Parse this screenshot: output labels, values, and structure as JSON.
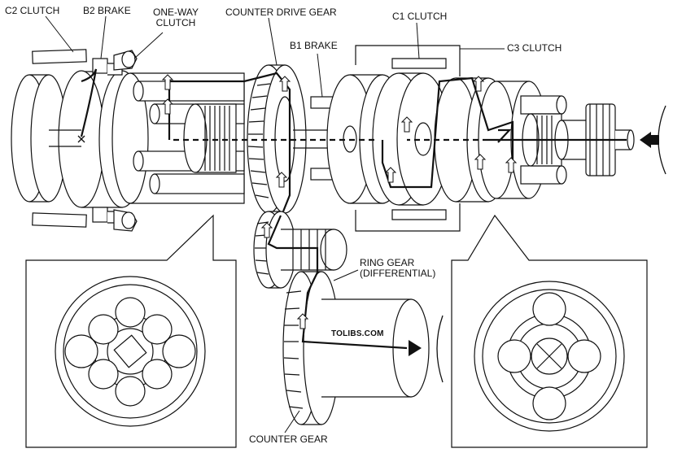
{
  "labels": {
    "c2_clutch": "C2 CLUTCH",
    "b2_brake": "B2 BRAKE",
    "one_way_line1": "ONE-WAY",
    "one_way_line2": "CLUTCH",
    "counter_drive_gear": "COUNTER DRIVE GEAR",
    "b1_brake": "B1  BRAKE",
    "c1_clutch": "C1 CLUTCH",
    "c3_clutch": "C3 CLUTCH",
    "ring_gear_line1": "RING GEAR",
    "ring_gear_line2": "(DIFFERENTIAL)",
    "counter_gear": "COUNTER GEAR",
    "watermark": "TOLIBS.COM"
  },
  "colors": {
    "line": "#111111",
    "fill": "#ffffff",
    "shade": "#e6e6e6"
  }
}
